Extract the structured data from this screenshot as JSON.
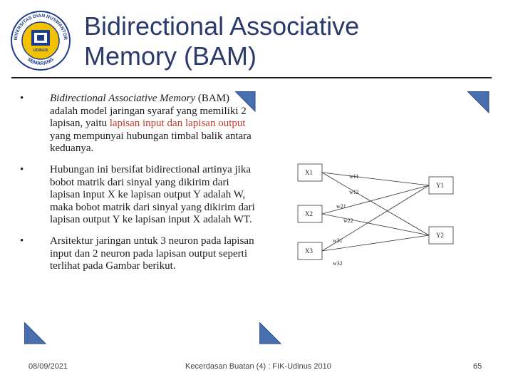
{
  "title": {
    "line1": "Bidirectional Associative",
    "line2": "Memory (BAM)"
  },
  "logo": {
    "top_text": "UNIVERSITAS DIAN NUSWANTORO",
    "bottom_text": "SEMARANG",
    "center_text": "UDINUS"
  },
  "bullets": [
    {
      "marker": "•",
      "part1": "Bidirectional Associative Memory",
      "part2": " (BAM) adalah model jaringan syaraf yang memiliki 2 lapisan, yaitu ",
      "highlight": "lapisan input dan lapisan output",
      "part3": " yang mempunyai hubungan timbal balik antara keduanya."
    },
    {
      "marker": "•",
      "text": "Hubungan ini bersifat bidirectional artinya jika bobot matrik dari sinyal yang dikirim dari lapisan input X ke lapisan output Y adalah W, maka bobot matrik dari sinyal yang dikirim dari lapisan output Y ke lapisan input X adalah WT."
    },
    {
      "marker": "•",
      "text": "Arsitektur jaringan untuk 3 neuron pada lapisan input dan 2 neuron pada lapisan output seperti terlihat pada Gambar berikut."
    }
  ],
  "diagram": {
    "inputs": [
      "X1",
      "X2",
      "X3"
    ],
    "outputs": [
      "Y1",
      "Y2"
    ],
    "weights": [
      "w11",
      "w12",
      "w21",
      "w22",
      "w31",
      "w32"
    ]
  },
  "footer": {
    "date": "08/09/2021",
    "center": "Kecerdasan Buatan (4) : FIK-Udinus 2010",
    "page": "65"
  },
  "colors": {
    "title": "#2a3a6b",
    "highlight": "#c0392b",
    "triangle": "#4a6fb0",
    "logo_blue": "#1e3c8c",
    "logo_yellow": "#f2c200"
  }
}
